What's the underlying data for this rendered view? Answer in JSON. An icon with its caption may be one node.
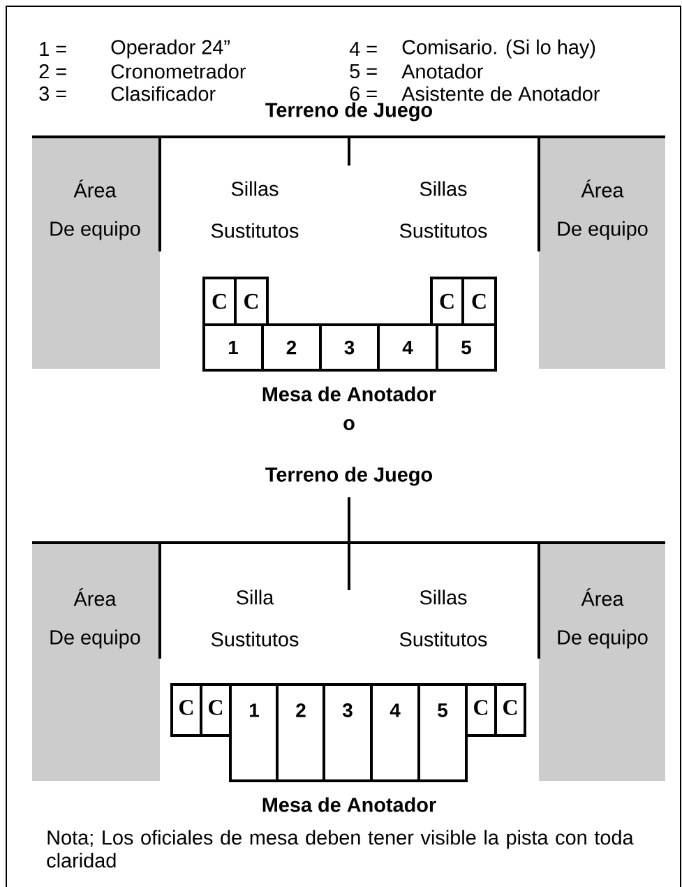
{
  "diagram": {
    "nodes": [
      {
        "text": [
          "Área",
          "De equipo"
        ]
      },
      {
        "text": [
          "Área",
          "De equipo"
        ]
      },
      {
        "text": [
          "C"
        ]
      },
      {
        "text": [
          "C"
        ]
      },
      {
        "text": [
          "C"
        ]
      },
      {
        "text": [
          "C"
        ]
      },
      {
        "text": [
          "1"
        ]
      },
      {
        "text": [
          "2"
        ]
      },
      {
        "text": [
          "3"
        ]
      },
      {
        "text": [
          "4"
        ]
      },
      {
        "text": [
          "5"
        ]
      },
      {
        "text": [
          "Área",
          "De equipo"
        ]
      },
      {
        "text": [
          "Área",
          "De equipo"
        ]
      },
      {
        "text": [
          "C"
        ]
      },
      {
        "text": [
          "C"
        ]
      },
      {
        "text": [
          "1"
        ]
      },
      {
        "text": [
          "2"
        ]
      },
      {
        "text": [
          "3"
        ]
      },
      {
        "text": [
          "4"
        ]
      },
      {
        "text": [
          "5"
        ]
      },
      {
        "text": [
          "C"
        ]
      },
      {
        "text": [
          "C"
        ]
      }
    ],
    "labels": [
      "1 =",
      "Operador 24”",
      "4 =",
      "Comisario. (Si lo hay)",
      "2 =",
      "Cronometrador",
      "5 =",
      "Anotador",
      "3 =",
      "Clasificador",
      "6 =",
      "Asistente de Anotador",
      "Terreno de Juego",
      "Sillas",
      "Sustitutos",
      "Sillas",
      "Sustitutos",
      "Mesa de Anotador",
      "o",
      "Terreno de Juego",
      "Silla",
      "Sustitutos",
      "Sillas",
      "Sustitutos",
      "Mesa de Anotador",
      "Nota; Los oficiales de mesa deben tener visible la pista con toda claridad"
    ]
  }
}
